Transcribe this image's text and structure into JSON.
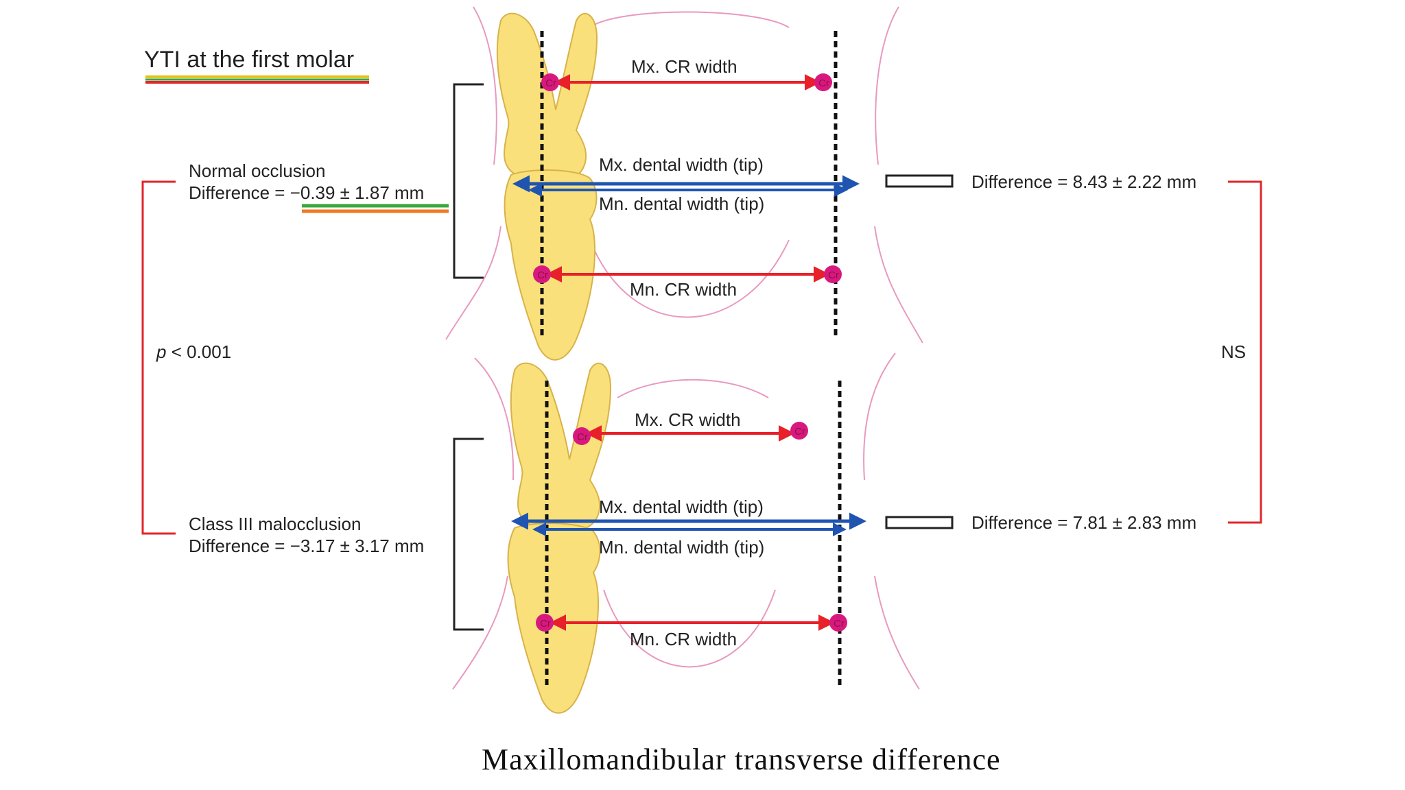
{
  "title": "YTI at the first molar",
  "caption": "Maxillomandibular transverse difference",
  "left_bracket_label": {
    "p_symbol": "p",
    "p_rest": " < 0.001"
  },
  "right_bracket_label": "NS",
  "normal_occlusion": {
    "group": "Normal occlusion",
    "difference_prefix": "Difference = ",
    "difference_value": "−0.39 ± 1.87 mm",
    "width_difference": "Difference = 8.43 ± 2.22 mm",
    "mx_cr_width": "Mx. CR width",
    "mx_dental_width": "Mx. dental width (tip)",
    "mn_dental_width": "Mn. dental width (tip)",
    "mn_cr_width": "Mn. CR width",
    "cr_marker": "Cr"
  },
  "class_iii": {
    "group": "Class III malocclusion",
    "difference": "Difference = −3.17 ± 3.17 mm",
    "width_difference": "Difference = 7.81 ± 2.83 mm",
    "mx_cr_width": "Mx. CR width",
    "mx_dental_width": "Mx. dental width (tip)",
    "mn_dental_width": "Mn. dental width (tip)",
    "mn_cr_width": "Mn. CR width",
    "cr_marker": "Cr"
  },
  "colors": {
    "tooth_fill": "#f9e07a",
    "tooth_edge": "#d8b24a",
    "gum_line": "#e899c0",
    "cr_arrow": "#e8202a",
    "dental_arrow": "#1f55b0",
    "cr_dot": "#d9187f",
    "bracket_red": "#e0262b",
    "underline_yellow": "#e5c31c",
    "underline_green": "#3aa840",
    "underline_red": "#e0262b",
    "underline_orange": "#f07a22"
  }
}
